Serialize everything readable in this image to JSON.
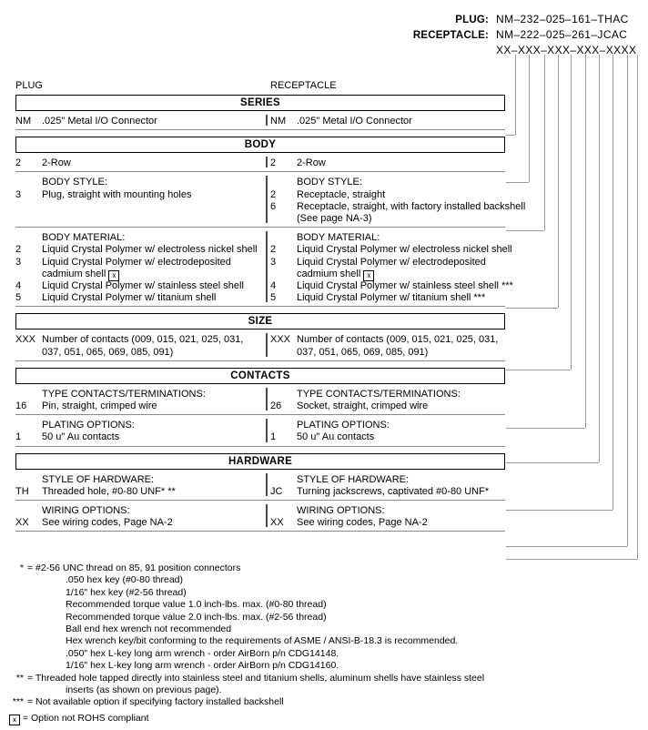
{
  "part_numbers": {
    "rows": [
      {
        "label": "PLUG:",
        "value": "NM–232–025–161–THAC"
      },
      {
        "label": "RECEPTACLE:",
        "value": "NM–222–025–261–JCAC"
      },
      {
        "label": "",
        "value": "XX–XXX–XXX–XXX–XXXX"
      }
    ]
  },
  "columns": {
    "left": "PLUG",
    "right": "RECEPTACLE"
  },
  "sections": [
    {
      "title": "SERIES",
      "groups": [
        {
          "heading": "",
          "left": [
            {
              "code": "NM",
              "text": ".025\" Metal I/O Connector"
            }
          ],
          "right": [
            {
              "code": "NM",
              "text": ".025\" Metal I/O Connector"
            }
          ]
        }
      ]
    },
    {
      "title": "BODY",
      "groups": [
        {
          "heading": "",
          "left": [
            {
              "code": "2",
              "text": "2-Row"
            }
          ],
          "right": [
            {
              "code": "2",
              "text": "2-Row"
            }
          ]
        },
        {
          "heading": "BODY STYLE:",
          "left": [
            {
              "code": "3",
              "text": "Plug, straight with mounting holes"
            }
          ],
          "right": [
            {
              "code": "2",
              "text": "Receptacle, straight"
            },
            {
              "code": "6",
              "text": "Receptacle, straight, with factory installed backshell"
            },
            {
              "code": "",
              "text": "(See page NA-3)"
            }
          ]
        },
        {
          "heading": "BODY MATERIAL:",
          "left": [
            {
              "code": "2",
              "text": "Liquid Crystal Polymer w/ electroless nickel shell"
            },
            {
              "code": "3",
              "text": "Liquid Crystal Polymer w/ electrodeposited"
            },
            {
              "code": "",
              "text": "cadmium shell",
              "xbox": true
            },
            {
              "code": "4",
              "text": "Liquid Crystal Polymer w/ stainless steel shell"
            },
            {
              "code": "5",
              "text": "Liquid Crystal Polymer w/ titanium shell"
            }
          ],
          "right": [
            {
              "code": "2",
              "text": "Liquid Crystal Polymer w/ electroless nickel shell"
            },
            {
              "code": "3",
              "text": "Liquid Crystal Polymer w/ electrodeposited"
            },
            {
              "code": "",
              "text": "cadmium shell",
              "xbox": true
            },
            {
              "code": "4",
              "text": "Liquid Crystal Polymer w/ stainless steel shell ***"
            },
            {
              "code": "5",
              "text": "Liquid Crystal Polymer w/ titanium shell ***"
            }
          ]
        }
      ]
    },
    {
      "title": "SIZE",
      "groups": [
        {
          "heading": "",
          "left": [
            {
              "code": "XXX",
              "text": "Number of contacts (009, 015, 021, 025, 031,"
            },
            {
              "code": "",
              "text": "037, 051, 065, 069, 085, 091)"
            }
          ],
          "right": [
            {
              "code": "XXX",
              "text": "Number of contacts (009, 015, 021, 025, 031,"
            },
            {
              "code": "",
              "text": "037, 051, 065, 069, 085, 091)"
            }
          ]
        }
      ]
    },
    {
      "title": "CONTACTS",
      "groups": [
        {
          "heading": "TYPE CONTACTS/TERMINATIONS:",
          "left": [
            {
              "code": "16",
              "text": "Pin, straight, crimped wire"
            }
          ],
          "right": [
            {
              "code": "26",
              "text": "Socket, straight, crimped wire"
            }
          ]
        },
        {
          "heading": "PLATING OPTIONS:",
          "left": [
            {
              "code": "1",
              "text": "50 u\" Au contacts"
            }
          ],
          "right": [
            {
              "code": "1",
              "text": "50 u\" Au contacts"
            }
          ]
        }
      ]
    },
    {
      "title": "HARDWARE",
      "groups": [
        {
          "heading": "STYLE OF HARDWARE:",
          "left": [
            {
              "code": "TH",
              "text": "Threaded hole, #0-80 UNF*  **"
            }
          ],
          "right": [
            {
              "code": "JC",
              "text": "Turning jackscrews, captivated #0-80 UNF*"
            }
          ]
        },
        {
          "heading": "WIRING OPTIONS:",
          "left": [
            {
              "code": "XX",
              "text": "See wiring codes, Page NA-2"
            }
          ],
          "right": [
            {
              "code": "XX",
              "text": "See wiring codes, Page NA-2"
            }
          ]
        }
      ]
    }
  ],
  "footnotes": [
    {
      "mark": "*",
      "text": "= #2-56 UNC thread on 85, 91 position connectors",
      "indent": false
    },
    {
      "mark": "",
      "text": ".050 hex key (#0-80 thread)",
      "indent": true
    },
    {
      "mark": "",
      "text": "1/16\" hex key (#2-56 thread)",
      "indent": true
    },
    {
      "mark": "",
      "text": "Recommended torque value 1.0 inch-lbs. max. (#0-80 thread)",
      "indent": true
    },
    {
      "mark": "",
      "text": "Recommended torque value 2.0 inch-lbs. max. (#2-56 thread)",
      "indent": true
    },
    {
      "mark": "",
      "text": "Ball end hex wrench not recommended",
      "indent": true
    },
    {
      "mark": "",
      "text": "Hex wrench key/bit conforming to the requirements of ASME / ANSI-B-18.3 is recommended.",
      "indent": true
    },
    {
      "mark": "",
      "text": ".050\" hex L-key long arm wrench - order AirBorn p/n CDG14148.",
      "indent": true
    },
    {
      "mark": "",
      "text": "1/16\" hex L-key long arm wrench - order AirBorn p/n CDG14160.",
      "indent": true
    },
    {
      "mark": "**",
      "text": "= Threaded hole tapped directly into stainless steel and titanium shells, aluminum shells have stainless steel",
      "indent": false
    },
    {
      "mark": "",
      "text": "inserts (as shown on previous page).",
      "indent": true
    },
    {
      "mark": "***",
      "text": "= Not available option if specifying factory installed backshell",
      "indent": false
    }
  ],
  "rohs_legend": {
    "text": "= Option not ROHS compliant"
  }
}
